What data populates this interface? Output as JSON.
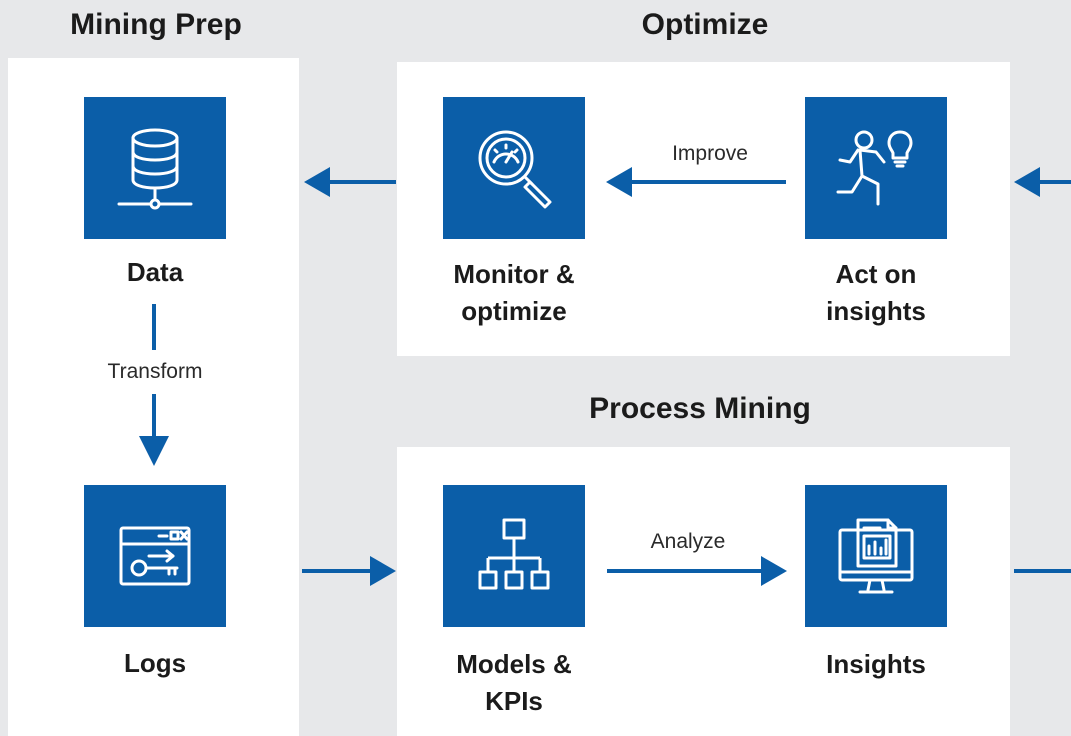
{
  "sections": {
    "mining_prep": "Mining Prep",
    "optimize": "Optimize",
    "process_mining": "Process Mining"
  },
  "nodes": {
    "data": "Data",
    "logs": "Logs",
    "monitor_line1": "Monitor &",
    "monitor_line2": "optimize",
    "act_line1": "Act on",
    "act_line2": "insights",
    "models_line1": "Models &",
    "models_line2": "KPIs",
    "insights": "Insights"
  },
  "edges": {
    "transform": "Transform",
    "improve": "Improve",
    "analyze": "Analyze"
  },
  "icons": {
    "data": "database-icon",
    "logs": "log-window-key-icon",
    "monitor": "magnifier-gauge-icon",
    "act": "running-person-lightbulb-icon",
    "models": "hierarchy-tree-icon",
    "insights": "monitor-report-chart-icon"
  },
  "colors": {
    "accent": "#0b5ea8",
    "background": "#e7e8ea",
    "panel": "#ffffff",
    "text": "#1b1b1b"
  }
}
